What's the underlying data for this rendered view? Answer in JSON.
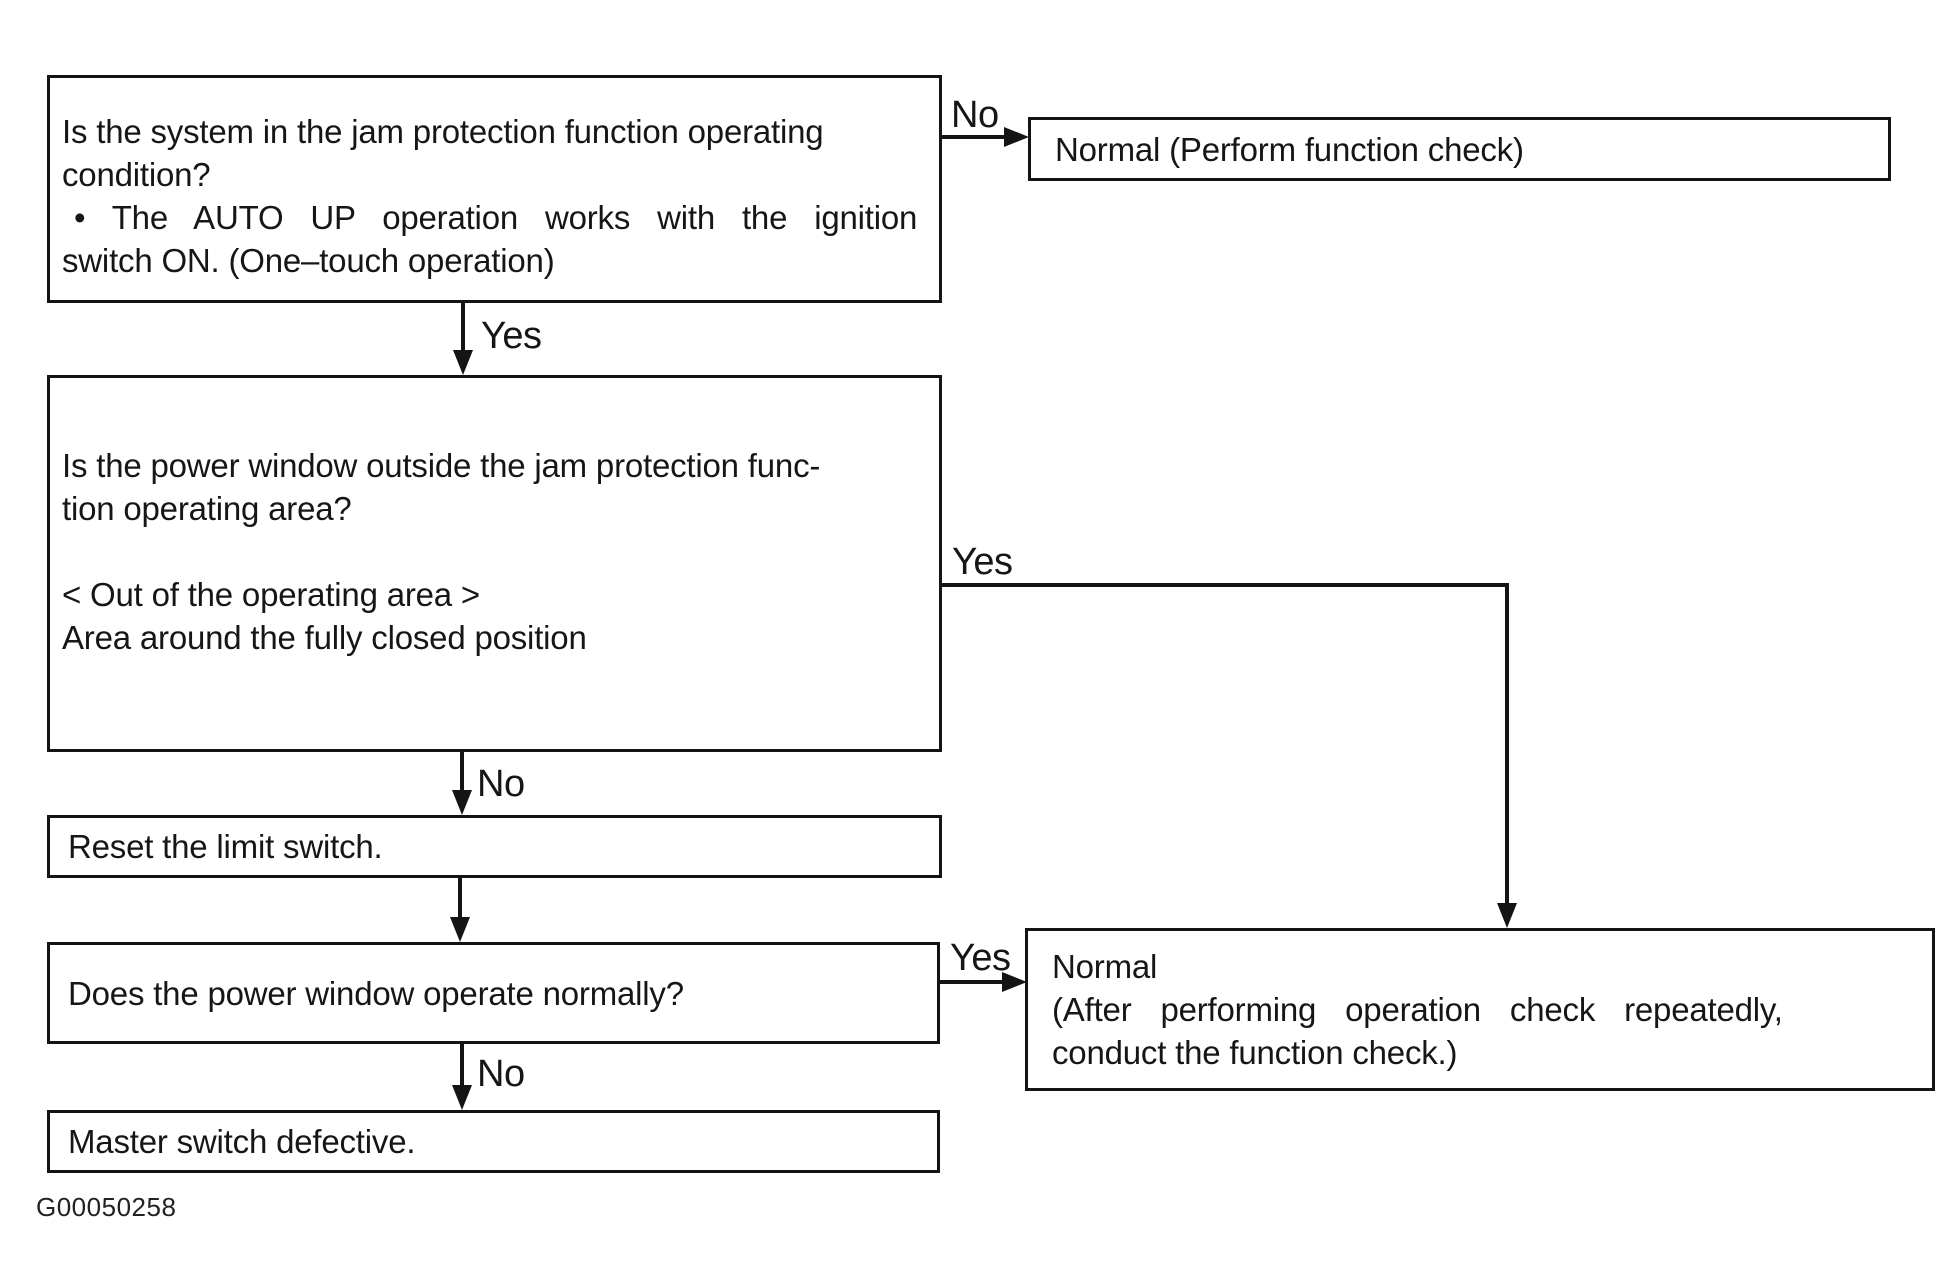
{
  "figure_id": "G00050258",
  "colors": {
    "ink": "#141414",
    "background": "#ffffff"
  },
  "nodes": {
    "q1": {
      "lines": [
        "Is the system in the jam protection function operating",
        "condition?",
        "• The AUTO UP operation works with the ignition",
        "switch ON. (One–touch operation)"
      ]
    },
    "normal1": {
      "text": "Normal (Perform function check)"
    },
    "q2": {
      "lines": [
        "Is the power window outside the jam protection func-",
        "tion operating area?",
        "",
        "< Out of the operating area >",
        "Area around the fully closed position"
      ]
    },
    "reset": {
      "text": "Reset the limit switch."
    },
    "q3": {
      "text": "Does the power window operate normally?"
    },
    "normal2": {
      "lines": [
        "Normal",
        "(After performing operation check repeatedly,",
        "conduct the function check.)"
      ]
    },
    "master": {
      "text": "Master switch defective."
    }
  },
  "labels": {
    "no1": "No",
    "yes1": "Yes",
    "yes2": "Yes",
    "no2": "No",
    "yes3": "Yes",
    "no3": "No"
  }
}
